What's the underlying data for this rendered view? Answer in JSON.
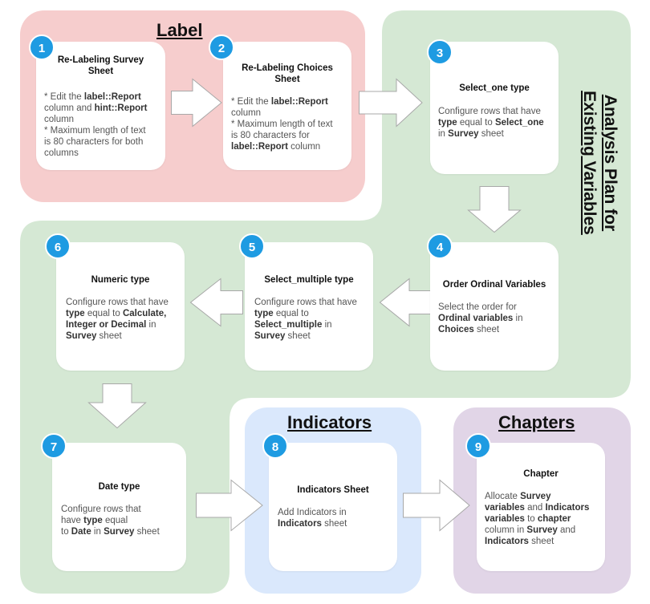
{
  "sections": {
    "label": "Label",
    "analysis": "Analysis Plan for Existing Variables",
    "indicators": "Indicators",
    "chapters": "Chapters"
  },
  "colors": {
    "label_bg": "#f6cdcd",
    "analysis_bg": "#d5e8d4",
    "indicators_bg": "#dae8fc",
    "chapters_bg": "#e1d5e7",
    "step_badge": "#1e9be2"
  },
  "steps": [
    {
      "number": "1",
      "title": "Re-Labeling Survey Sheet",
      "lines": [
        [
          {
            "t": "* Edit the "
          },
          {
            "t": "label::Report",
            "b": true
          }
        ],
        [
          {
            "t": "column and "
          },
          {
            "t": "hint::Report",
            "b": true
          }
        ],
        [
          {
            "t": "column"
          }
        ],
        [
          {
            "t": "* Maximum length of text"
          }
        ],
        [
          {
            "t": "is 80 characters for both"
          }
        ],
        [
          {
            "t": "columns"
          }
        ]
      ]
    },
    {
      "number": "2",
      "title": "Re-Labeling Choices Sheet",
      "lines": [
        [
          {
            "t": "* Edit the "
          },
          {
            "t": "label::Report",
            "b": true
          }
        ],
        [
          {
            "t": "column"
          }
        ],
        [
          {
            "t": "* Maximum length of text"
          }
        ],
        [
          {
            "t": "is 80  characters for"
          }
        ],
        [
          {
            "t": "label::Report",
            "b": true
          },
          {
            "t": " column"
          }
        ]
      ]
    },
    {
      "number": "3",
      "title": "Select_one type",
      "lines": [
        [
          {
            "t": "Configure rows that have"
          }
        ],
        [
          {
            "t": "type",
            "b": true
          },
          {
            "t": " equal to "
          },
          {
            "t": "Select_one",
            "b": true
          }
        ],
        [
          {
            "t": "in "
          },
          {
            "t": "Survey",
            "b": true
          },
          {
            "t": " sheet"
          }
        ]
      ]
    },
    {
      "number": "4",
      "title": "Order Ordinal Variables",
      "lines": [
        [
          {
            "t": "Select the order for"
          }
        ],
        [
          {
            "t": "Ordinal variables",
            "b": true
          },
          {
            "t": " in"
          }
        ],
        [
          {
            "t": "Choices",
            "b": true
          },
          {
            "t": " sheet"
          }
        ]
      ]
    },
    {
      "number": "5",
      "title": "Select_multiple type",
      "lines": [
        [
          {
            "t": "Configure rows that have"
          }
        ],
        [
          {
            "t": "type",
            "b": true
          },
          {
            "t": " equal to"
          }
        ],
        [
          {
            "t": "Select_multiple",
            "b": true
          },
          {
            "t": " in"
          }
        ],
        [
          {
            "t": "Survey",
            "b": true
          },
          {
            "t": " sheet"
          }
        ]
      ]
    },
    {
      "number": "6",
      "title": "Numeric type",
      "lines": [
        [
          {
            "t": "Configure rows that have"
          }
        ],
        [
          {
            "t": "type",
            "b": true
          },
          {
            "t": " equal to "
          },
          {
            "t": "Calculate,",
            "b": true
          }
        ],
        [
          {
            "t": "Integer or Decimal",
            "b": true
          },
          {
            "t": " in"
          }
        ],
        [
          {
            "t": "Survey",
            "b": true
          },
          {
            "t": " sheet"
          }
        ]
      ]
    },
    {
      "number": "7",
      "title": "Date type",
      "lines": [
        [
          {
            "t": "Configure rows that"
          }
        ],
        [
          {
            "t": "have "
          },
          {
            "t": "type",
            "b": true
          },
          {
            "t": " equal"
          }
        ],
        [
          {
            "t": "to "
          },
          {
            "t": "Date",
            "b": true
          },
          {
            "t": " in "
          },
          {
            "t": "Survey",
            "b": true
          },
          {
            "t": " sheet"
          }
        ]
      ]
    },
    {
      "number": "8",
      "title": "Indicators Sheet",
      "lines": [
        [
          {
            "t": "Add Indicators in"
          }
        ],
        [
          {
            "t": "Indicators",
            "b": true
          },
          {
            "t": " sheet"
          }
        ]
      ]
    },
    {
      "number": "9",
      "title": "Chapter",
      "lines": [
        [
          {
            "t": "Allocate "
          },
          {
            "t": "Survey",
            "b": true
          }
        ],
        [
          {
            "t": "variables",
            "b": true
          },
          {
            "t": " and "
          },
          {
            "t": "Indicators",
            "b": true
          }
        ],
        [
          {
            "t": "variables",
            "b": true
          },
          {
            "t": " to "
          },
          {
            "t": "chapter",
            "b": true
          }
        ],
        [
          {
            "t": "column in "
          },
          {
            "t": "Survey",
            "b": true
          },
          {
            "t": " and"
          }
        ],
        [
          {
            "t": "Indicators",
            "b": true
          },
          {
            "t": " sheet"
          }
        ]
      ]
    }
  ]
}
